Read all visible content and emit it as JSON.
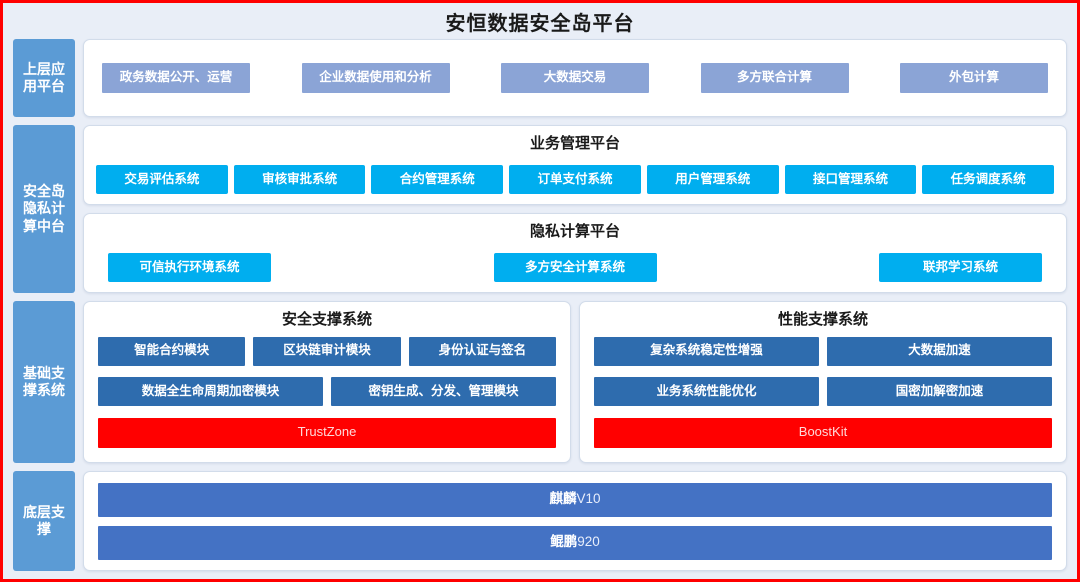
{
  "page": {
    "title": "安恒数据安全岛平台",
    "border_color": "#ff0000",
    "background_color": "#e9eef7"
  },
  "colors": {
    "rail": "#5b9bd5",
    "application_chip": "#8ba4d6",
    "platform_chip": "#00aeef",
    "module_chip": "#2e6cae",
    "vendor_chip": "#ff0000",
    "base_chip": "#4472c4"
  },
  "rails": {
    "application": "上层应用平台",
    "midplatform": "安全岛隐私计算中台",
    "foundation": "基础支撑系统",
    "base": "底层支撑"
  },
  "application_platform": {
    "items": [
      {
        "label": "政务数据公开、运营"
      },
      {
        "label": "企业数据使用和分析"
      },
      {
        "label": "大数据交易"
      },
      {
        "label": "多方联合计算"
      },
      {
        "label": "外包计算"
      }
    ]
  },
  "business_platform": {
    "title": "业务管理平台",
    "items": [
      {
        "label": "交易评估系统"
      },
      {
        "label": "审核审批系统"
      },
      {
        "label": "合约管理系统"
      },
      {
        "label": "订单支付系统"
      },
      {
        "label": "用户管理系统"
      },
      {
        "label": "接口管理系统"
      },
      {
        "label": "任务调度系统"
      }
    ]
  },
  "privacy_platform": {
    "title": "隐私计算平台",
    "items": [
      {
        "label": "可信执行环境系统"
      },
      {
        "label": "多方安全计算系统"
      },
      {
        "label": "联邦学习系统"
      }
    ]
  },
  "security_support": {
    "title": "安全支撑系统",
    "row1": [
      {
        "label": "智能合约模块"
      },
      {
        "label": "区块链审计模块"
      },
      {
        "label": "身份认证与签名"
      }
    ],
    "row2": [
      {
        "label": "数据全生命周期加密模块"
      },
      {
        "label": "密钥生成、分发、管理模块"
      }
    ],
    "vendor": "TrustZone"
  },
  "performance_support": {
    "title": "性能支撑系统",
    "row1": [
      {
        "label": "复杂系统稳定性增强"
      },
      {
        "label": "大数据加速"
      }
    ],
    "row2": [
      {
        "label": "业务系统性能优化"
      },
      {
        "label": "国密加解密加速"
      }
    ],
    "vendor": "BoostKit"
  },
  "base_support": {
    "items": [
      {
        "name": "麒麟",
        "version": "V10"
      },
      {
        "name": "鲲鹏",
        "version": " 920"
      }
    ]
  }
}
